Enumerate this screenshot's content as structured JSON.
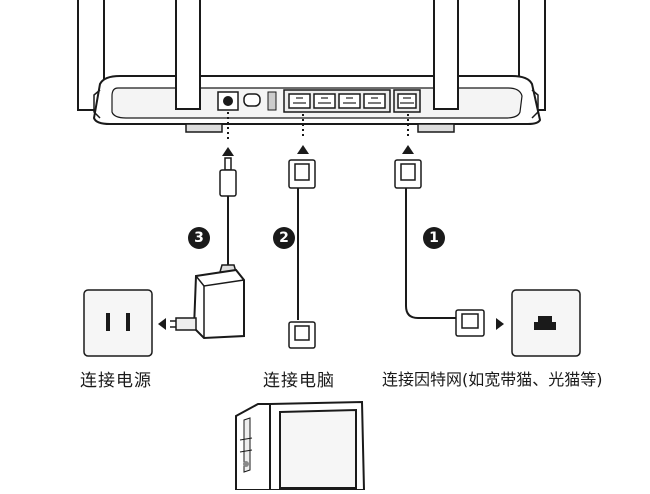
{
  "steps": [
    {
      "number": "1",
      "caption": "连接因特网(如宽带猫、光猫等)"
    },
    {
      "number": "2",
      "caption": "连接电脑"
    },
    {
      "number": "3",
      "caption": "连接电源"
    }
  ],
  "colors": {
    "line": "#1a1a1a",
    "accent": "#6a6a6a",
    "fill": "#ffffff",
    "shade": "#e8e8e8"
  },
  "icons": [
    "router-icon",
    "power-socket-icon",
    "power-adapter-icon",
    "modem-port-icon",
    "computer-icon",
    "ethernet-plug-icon",
    "dc-plug-icon"
  ]
}
